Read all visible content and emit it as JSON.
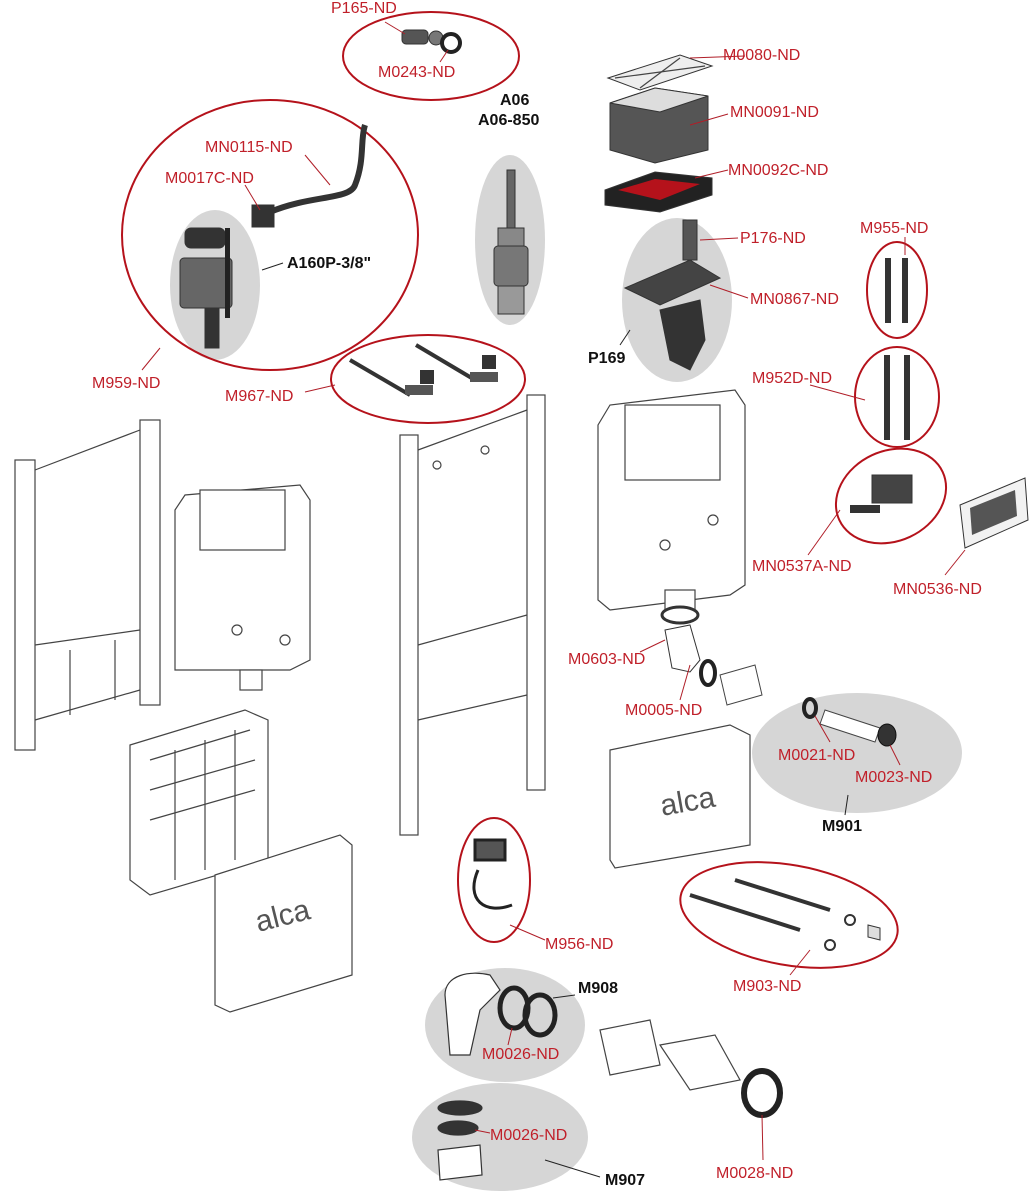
{
  "labels": {
    "P165_ND": "P165-ND",
    "M0243_ND": "M0243-ND",
    "A06": "A06",
    "A06_850": "A06-850",
    "M0080_ND": "M0080-ND",
    "MN0091_ND": "MN0091-ND",
    "MN0092C_ND": "MN0092C-ND",
    "MN0115_ND": "MN0115-ND",
    "M0017C_ND": "M0017C-ND",
    "A160P": "A160P-3/8\"",
    "M959_ND": "M959-ND",
    "P176_ND": "P176-ND",
    "MN0867_ND": "MN0867-ND",
    "P169": "P169",
    "M955_ND": "M955-ND",
    "M967_ND": "M967-ND",
    "M952D_ND": "M952D-ND",
    "MN0537A_ND": "MN0537A-ND",
    "MN0536_ND": "MN0536-ND",
    "M0603_ND": "M0603-ND",
    "M0005_ND": "M0005-ND",
    "M0021_ND": "M0021-ND",
    "M0023_ND": "M0023-ND",
    "M901": "M901",
    "M956_ND": "M956-ND",
    "M903_ND": "M903-ND",
    "M908": "M908",
    "M0026_ND_a": "M0026-ND",
    "M0026_ND_b": "M0026-ND",
    "M0028_ND": "M0028-ND",
    "M907": "M907"
  },
  "logos": {
    "alca_left": "alca",
    "alca_right": "alca"
  },
  "colors": {
    "accent_red": "#c0202a",
    "ring_red": "#b5121b",
    "grey_backdrop": "#d6d6d6"
  }
}
